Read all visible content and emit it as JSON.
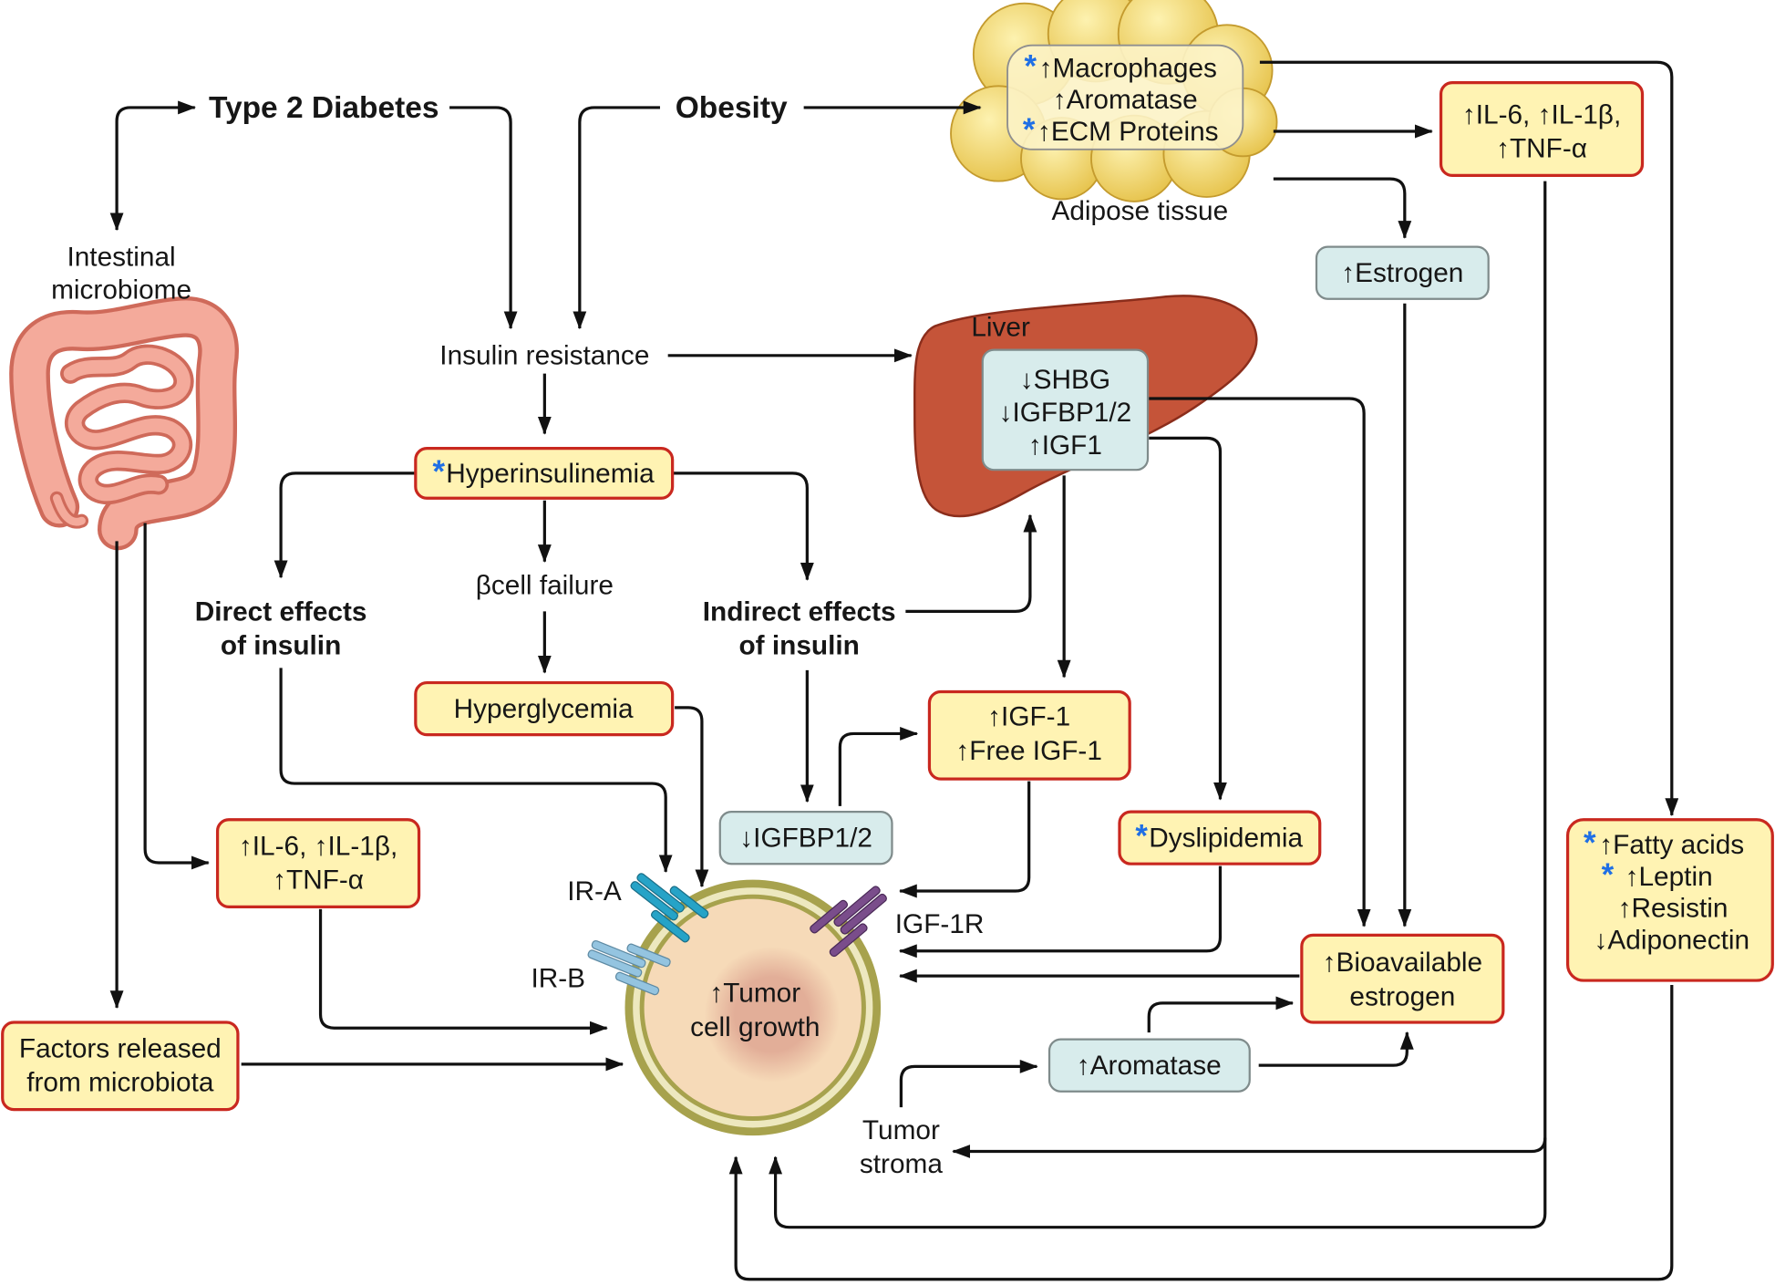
{
  "diagram": {
    "type2_diabetes": "Type 2 Diabetes",
    "obesity": "Obesity",
    "microbiome_label": [
      "Intestinal",
      "microbiome"
    ],
    "adipose_items": [
      {
        "star": "*",
        "text": "↑Macrophages"
      },
      {
        "text": "↑Aromatase"
      },
      {
        "star": "*",
        "text": "↑ECM Proteins"
      }
    ],
    "adipose_label": "Adipose tissue",
    "adipose_cytokines": [
      "↑IL-6, ↑IL-1β,",
      "↑TNF-α"
    ],
    "estrogen": "↑Estrogen",
    "liver_label": "Liver",
    "liver_factors": [
      "↓SHBG",
      "↓IGFBP1/2",
      "↑IGF1"
    ],
    "insulin_resistance": "Insulin resistance",
    "hyperinsulinemia": {
      "star": "*",
      "text": "Hyperinsulinemia"
    },
    "beta_cell_failure": "βcell failure",
    "direct_effects": [
      "Direct effects",
      "of insulin"
    ],
    "indirect_effects": [
      "Indirect effects",
      "of insulin"
    ],
    "hyperglycemia": "Hyperglycemia",
    "igf1": [
      "↑IGF-1",
      "↑Free IGF-1"
    ],
    "igfbp": "↓IGFBP1/2",
    "dyslipidemia": {
      "star": "*",
      "text": "Dyslipidemia"
    },
    "gut_cytokines": [
      "↑IL-6, ↑IL-1β,",
      "↑TNF-α"
    ],
    "bioavailable_estrogen": [
      "↑Bioavailable",
      "estrogen"
    ],
    "stroma_aromatase": "↑Aromatase",
    "tumor_stroma": [
      "Tumor",
      "stroma"
    ],
    "microbiota_factors": [
      "Factors released",
      "from microbiota"
    ],
    "adipokines": [
      {
        "star": "*",
        "text": "↑Fatty acids"
      },
      {
        "star": "*",
        "text": "↑Leptin"
      },
      {
        "text": "↑Resistin"
      },
      {
        "text": "↓Adiponectin"
      }
    ],
    "tumor_cell": [
      "↑Tumor",
      "cell growth"
    ],
    "receptors": {
      "ir_a": "IR-A",
      "ir_b": "IR-B",
      "igf1r": "IGF-1R"
    }
  },
  "colors": {
    "box_fill": "#fff3b3",
    "box_border": "#c9281f",
    "info_fill": "#d8ecec",
    "info_border": "#7f8b8b",
    "asterisk": "#1f6fe5",
    "liver": "#c55439",
    "liver_outline": "#8b2d1b",
    "adipose_light": "#fdf2b0",
    "adipose_dark": "#e6c24a",
    "adipose_outline": "#c49b2e",
    "adipose_panel": "#fcf3c6",
    "intestine": "#f4aa9b",
    "intestine_outline": "#cf6a5a",
    "tumor_ring": "#a7a24d",
    "tumor_band": "#ede8bf",
    "tumor_cytoplasm": "#f6dab8",
    "nucleus": "#e2ae98",
    "ir_a": "#26a3c7",
    "ir_b": "#94c4e0",
    "igf1r": "#7a4d8b",
    "arrow": "#111111"
  }
}
